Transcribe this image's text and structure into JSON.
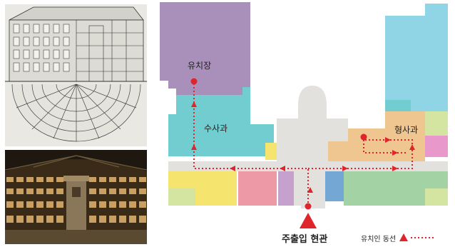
{
  "plan": {
    "labels": {
      "holding_cell": "유치장",
      "investigation_dept": "수사과",
      "criminal_dept": "형사과",
      "main_entrance": "주출입 현관"
    },
    "legend": {
      "text": "유치인 동선"
    },
    "colors": {
      "purple": "#a990ba",
      "teal": "#72cdd0",
      "light_blue": "#8fd5e6",
      "grey": "#e3e1dd",
      "orange": "#f0c690",
      "yellow": "#f5e46d",
      "pink": "#ee9aa6",
      "violet": "#c7a1cd",
      "magenta": "#e898cb",
      "blue": "#74a7d3",
      "green": "#a3d2a5",
      "light_green": "#d3e5a0",
      "route": "#e0242b"
    }
  },
  "photos": {
    "engraving": "panopticon-engraving-image",
    "interior": "panopticon-interior-image"
  }
}
